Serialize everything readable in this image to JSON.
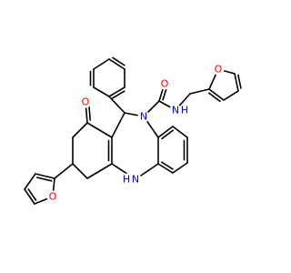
{
  "atom_labels": {
    "carbonyl_oxygen": "O",
    "amide_oxygen": "O",
    "amide_nh": "N",
    "amide_h": "H",
    "diazepine_n": "N",
    "diazepine_nh": "N",
    "diazepine_h": "H",
    "furan_top_oxygen": "O",
    "furan_left_oxygen": "O"
  },
  "colors": {
    "bond": "#000000",
    "oxygen": "#ff0000",
    "nitrogen": "#0000ff"
  }
}
